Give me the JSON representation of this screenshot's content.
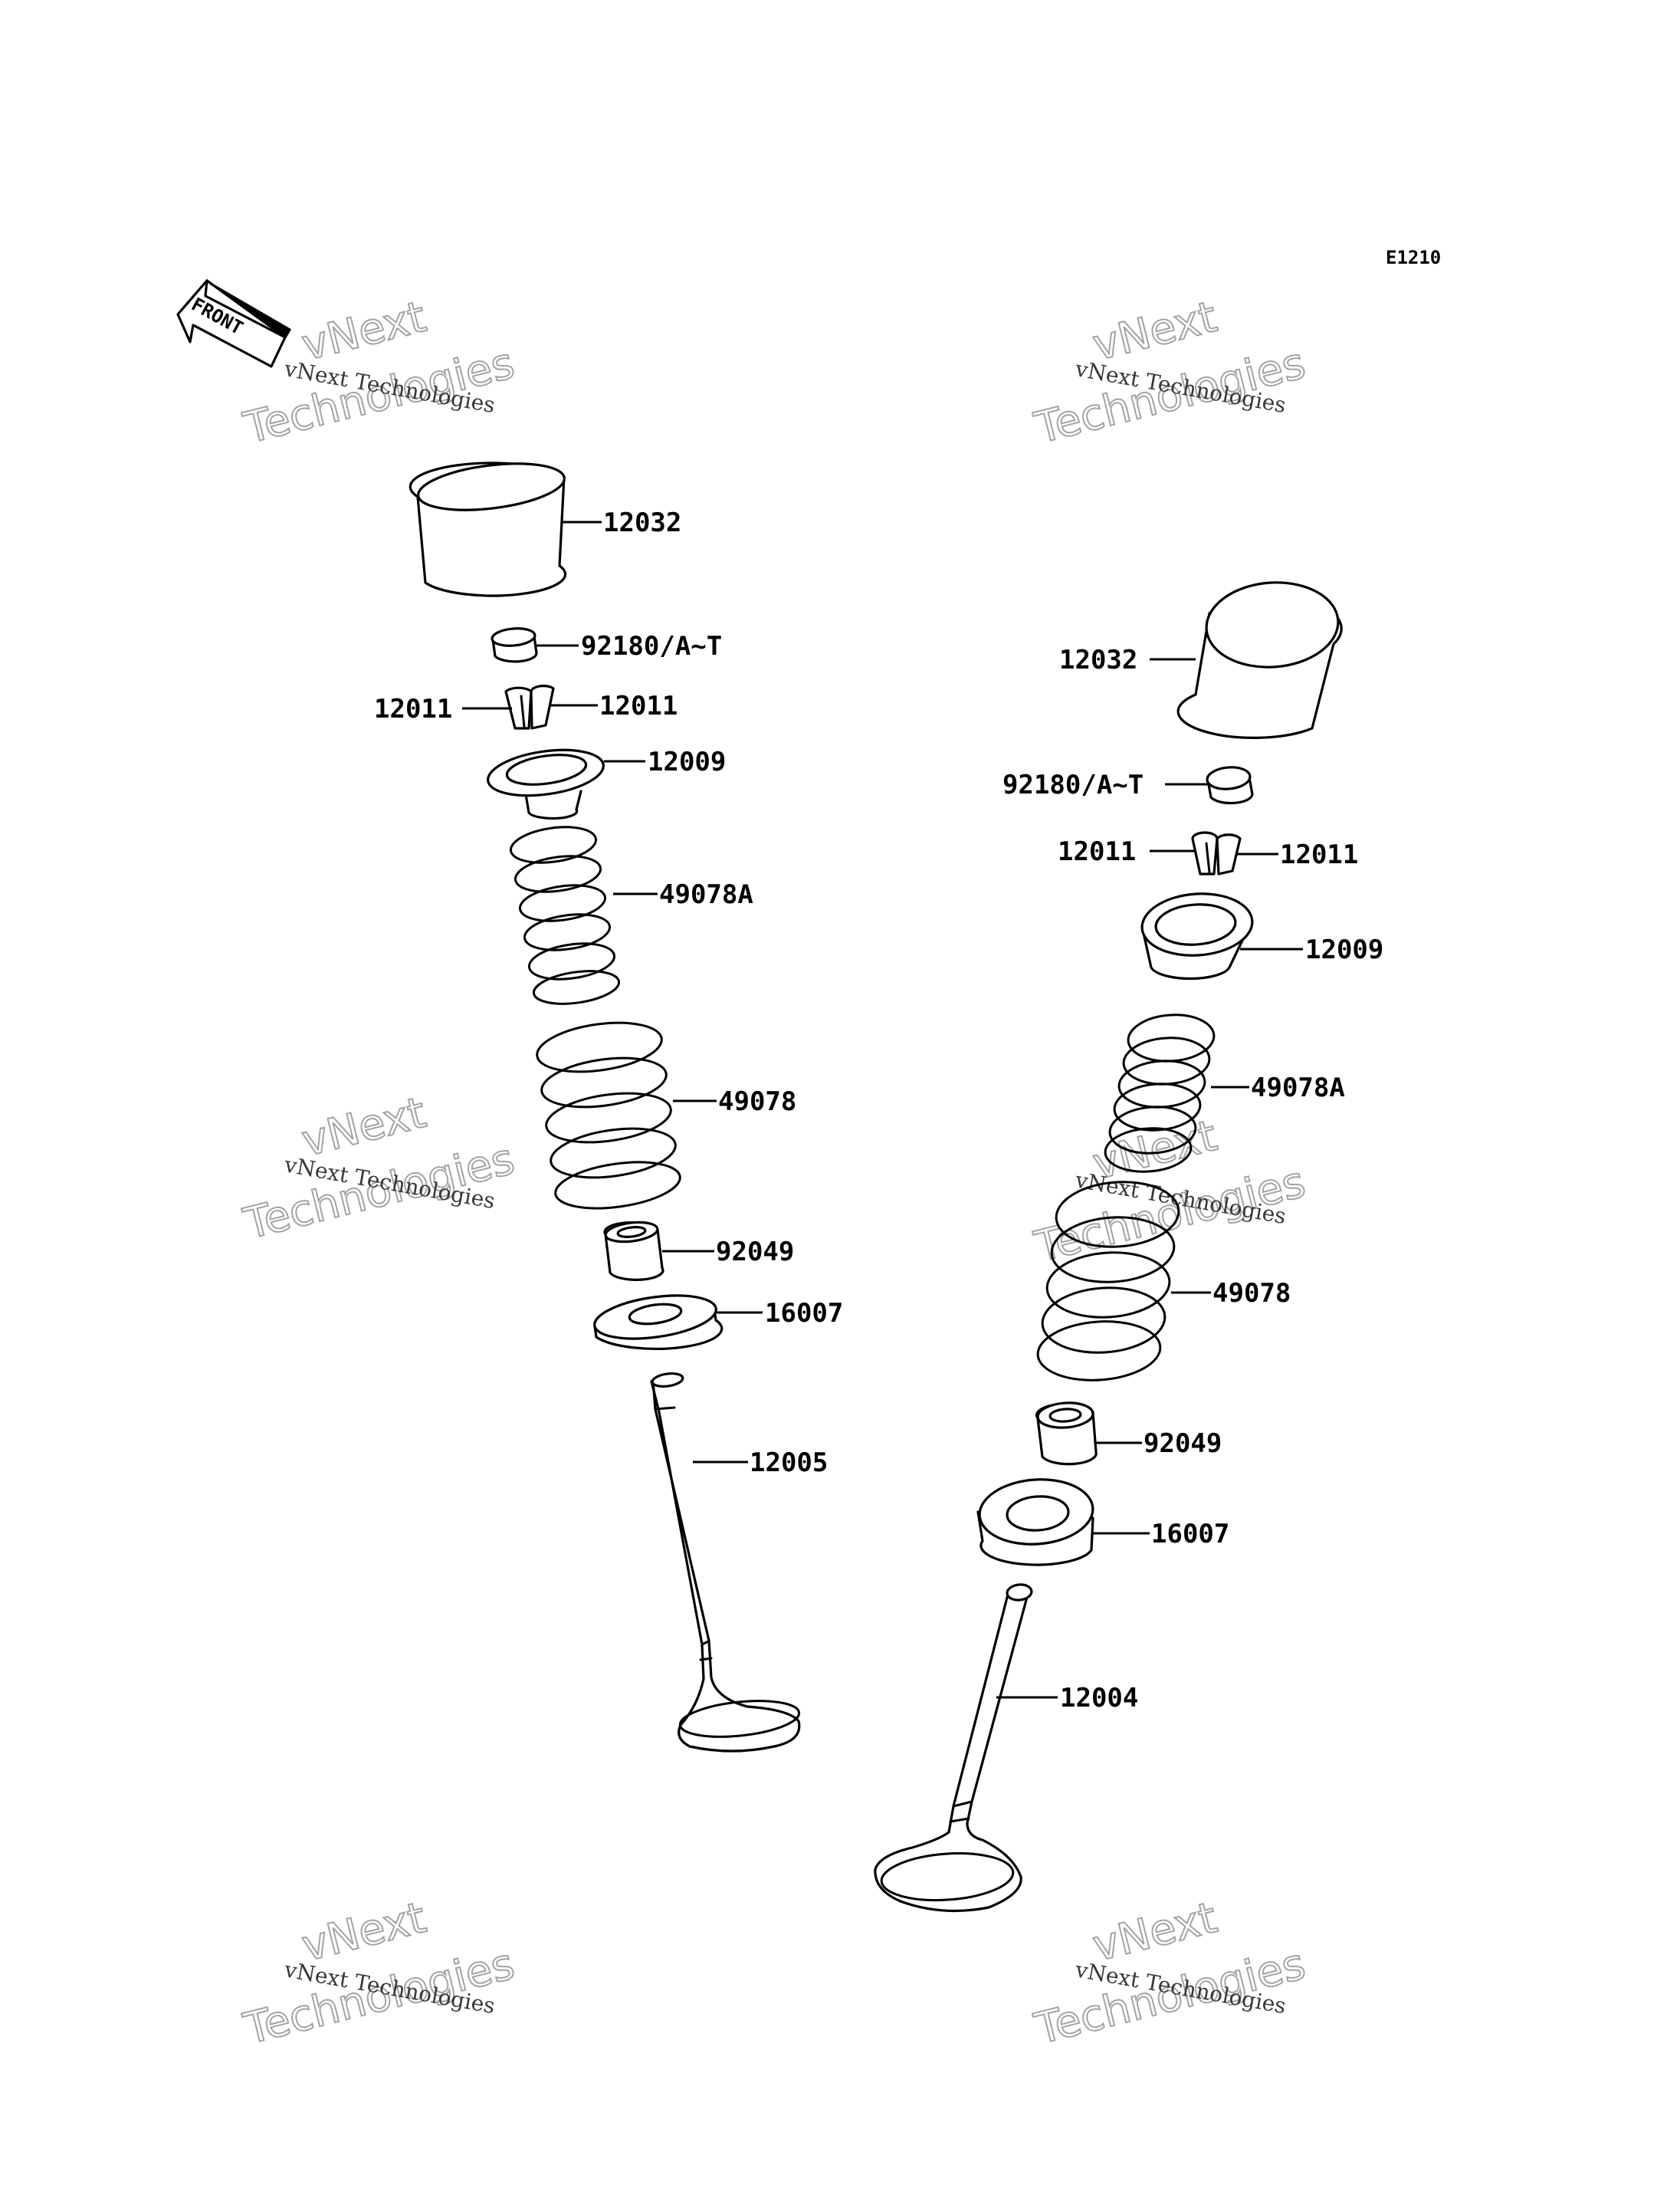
{
  "diagram_code": "E1210",
  "front_label": "FRONT",
  "watermark": {
    "line1": "vNext",
    "line2": "Technologies",
    "caption": "vNext Technologies"
  },
  "left_assembly": {
    "tappet": "12032",
    "shim": "92180/A~T",
    "cotter_left": "12011",
    "cotter_right": "12011",
    "retainer": "12009",
    "inner_spring": "49078A",
    "outer_spring": "49078",
    "seal": "92049",
    "seat": "16007",
    "valve": "12005"
  },
  "right_assembly": {
    "tappet": "12032",
    "shim": "92180/A~T",
    "cotter_left": "12011",
    "cotter_right": "12011",
    "retainer": "12009",
    "inner_spring": "49078A",
    "outer_spring": "49078",
    "seal": "92049",
    "seat": "16007",
    "valve": "12004"
  }
}
